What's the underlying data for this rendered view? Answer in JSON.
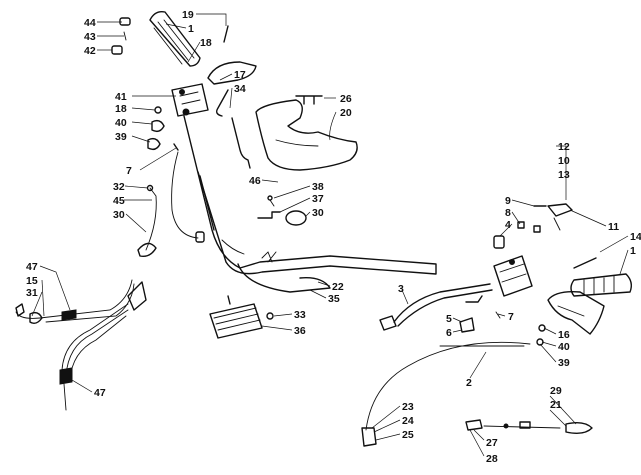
{
  "callouts": {
    "c44": "44",
    "c43": "43",
    "c42": "42",
    "c1a": "1",
    "c19": "19",
    "c18a": "18",
    "c17": "17",
    "c34": "34",
    "c41": "41",
    "c18b": "18",
    "c40a": "40",
    "c39a": "39",
    "c26": "26",
    "c20": "20",
    "c7a": "7",
    "c32": "32",
    "c45": "45",
    "c30a": "30",
    "c46": "46",
    "c38": "38",
    "c37": "37",
    "c30b": "30",
    "c12": "12",
    "c10": "10",
    "c13": "13",
    "c9": "9",
    "c8": "8",
    "c4": "4",
    "c11": "11",
    "c14": "14",
    "c1b": "1",
    "c47a": "47",
    "c15": "15",
    "c31": "31",
    "c47b": "47",
    "c22": "22",
    "c35": "35",
    "c3": "3",
    "c33": "33",
    "c36": "36",
    "c5": "5",
    "c6": "6",
    "c7b": "7",
    "c16": "16",
    "c40b": "40",
    "c39b": "39",
    "c2": "2",
    "c23": "23",
    "c24": "24",
    "c25": "25",
    "c29": "29",
    "c21": "21",
    "c27": "27",
    "c28": "28"
  }
}
